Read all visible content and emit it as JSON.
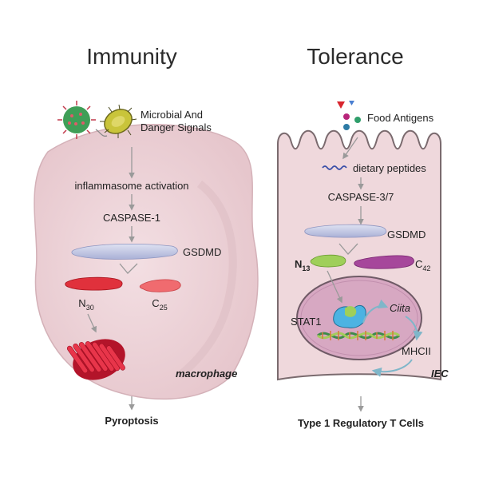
{
  "headings": {
    "left": "Immunity",
    "right": "Tolerance"
  },
  "immunity": {
    "signal_line1": "Microbial And",
    "signal_line2": "Danger Signals",
    "step1": "inflammasome activation",
    "step2": "CASPASE-1",
    "step3": "GSDMD",
    "n_fragment": {
      "base": "N",
      "sub": "30"
    },
    "c_fragment": {
      "base": "C",
      "sub": "25"
    },
    "cell_type": "macrophage",
    "outcome": "Pyroptosis"
  },
  "tolerance": {
    "antigen_label": "Food Antigens",
    "step1": "dietary peptides",
    "step2": "CASPASE-3/7",
    "step3": "GSDMD",
    "n_fragment": {
      "base": "N",
      "sub": "13"
    },
    "c_fragment": {
      "base": "C",
      "sub": "42"
    },
    "nuclear_factor": "STAT1",
    "gene": "Ciita",
    "product": "MHCII",
    "cell_type": "IEC",
    "outcome": "Type 1 Regulatory T Cells"
  },
  "colors": {
    "cell_fill": "#efd8dc",
    "cell_stroke": "#c9a7ad",
    "gsdmd": "#c8cde6",
    "n30_red": "#e0313c",
    "c25_pink": "#f06b6f",
    "n13_green": "#9fcf5a",
    "c42_purple": "#a6479b",
    "virus_green": "#3f9e57",
    "bacterium": "#c9c43a",
    "stat1_blue": "#4cb3e2"
  }
}
